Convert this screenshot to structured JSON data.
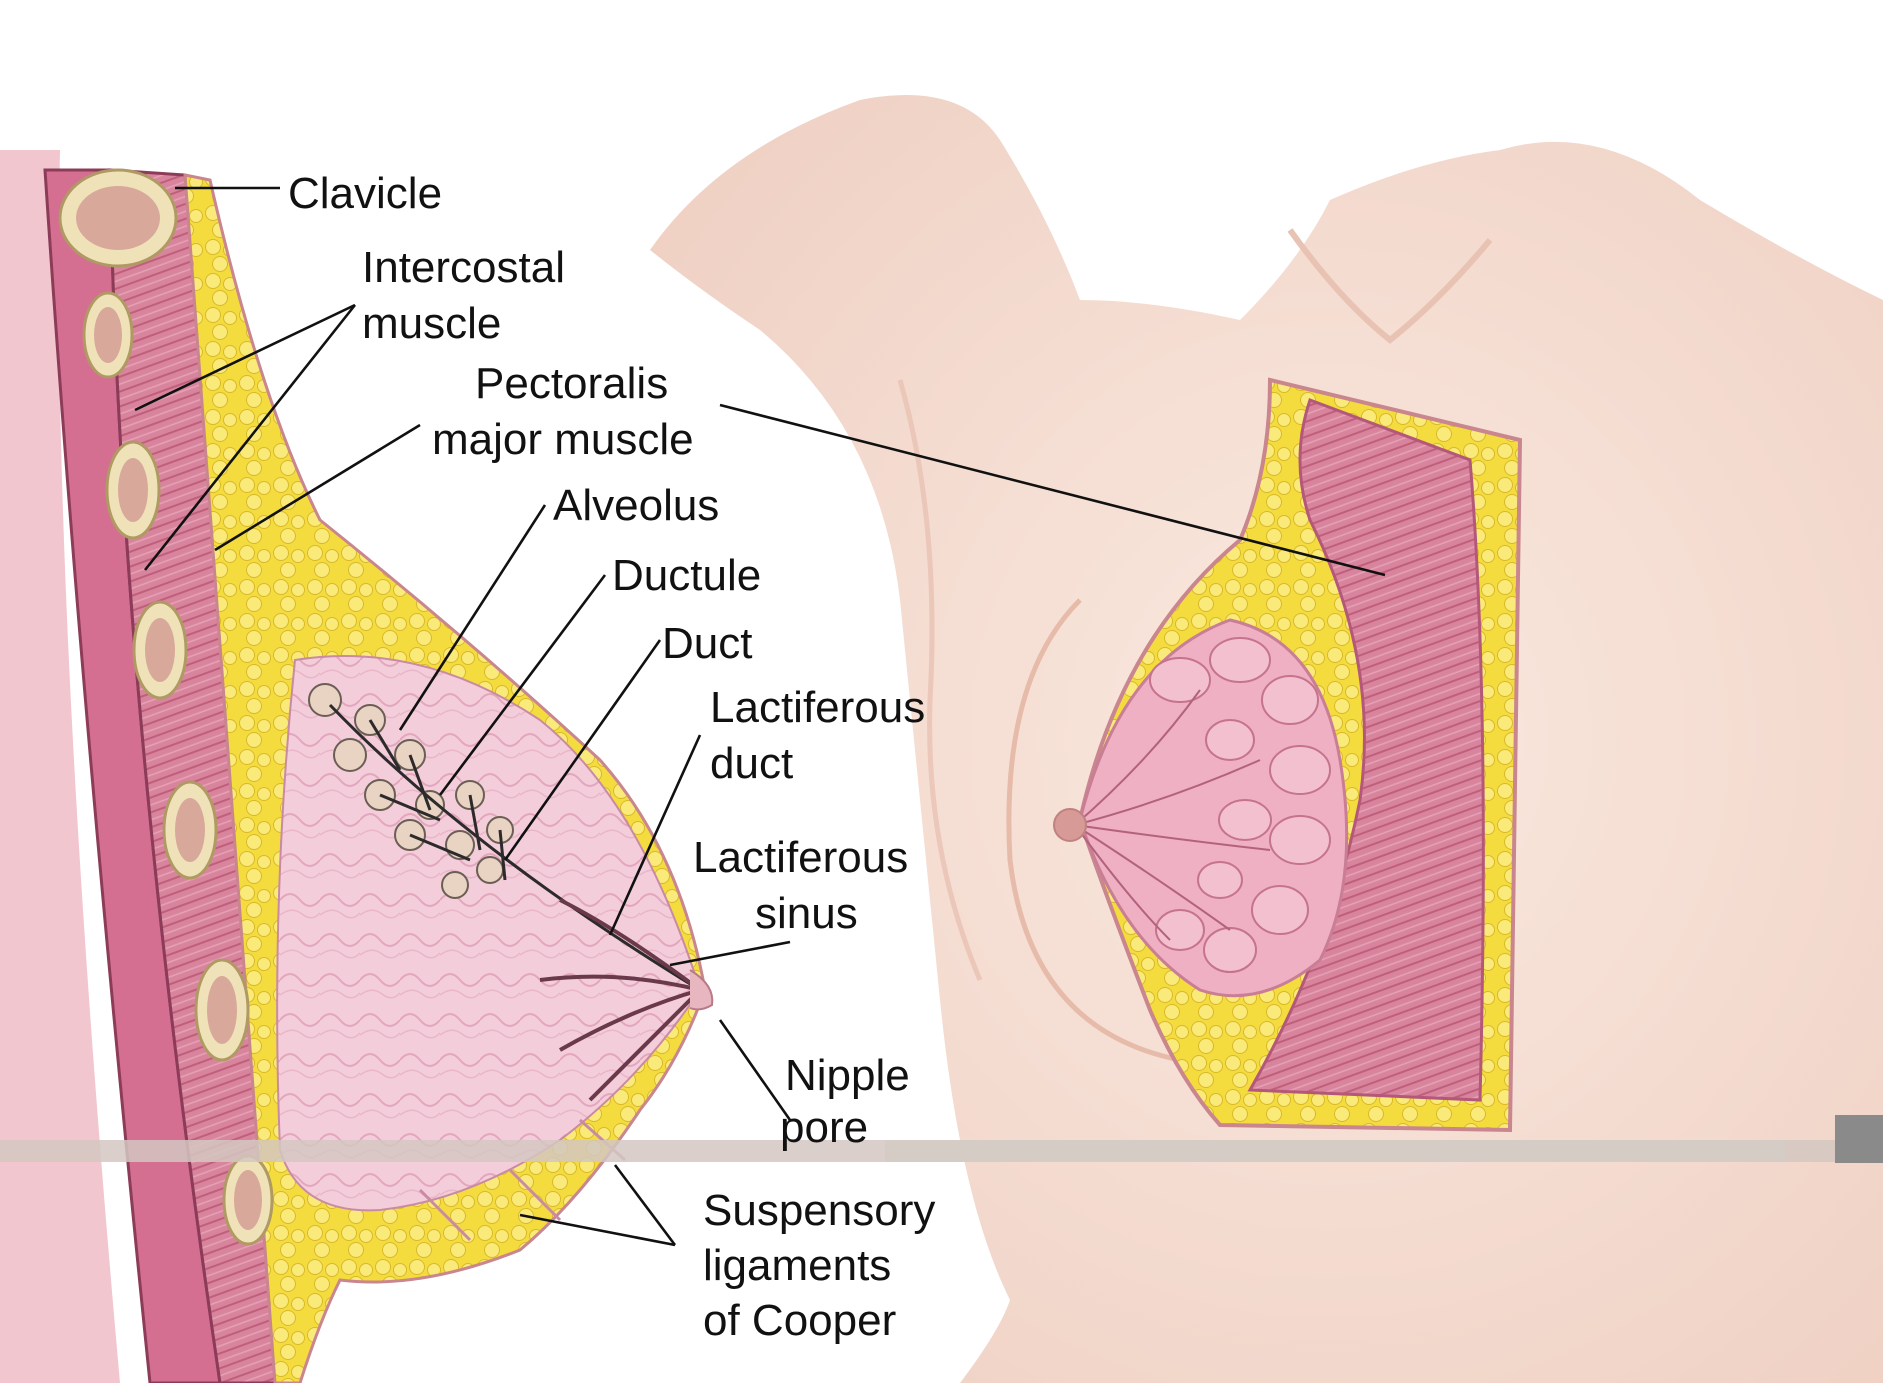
{
  "labels": {
    "clavicle": "Clavicle",
    "intercostal_1": "Intercostal",
    "intercostal_2": "muscle",
    "pectoralis_1": "Pectoralis",
    "pectoralis_2": "major muscle",
    "alveolus": "Alveolus",
    "ductule": "Ductule",
    "duct": "Duct",
    "lactiferous_duct_1": "Lactiferous",
    "lactiferous_duct_2": "duct",
    "lactiferous_sinus_1": "Lactiferous",
    "lactiferous_sinus_2": "sinus",
    "nipple": "Nipple",
    "pore": "pore",
    "suspensory_1": "Suspensory",
    "suspensory_2": "ligaments",
    "suspensory_3": "of Cooper"
  },
  "colors": {
    "skin": "#f6dfd4",
    "skin_shadow": "#eac6b8",
    "muscle": "#d47f9a",
    "fat": "#f2d83c",
    "gland": "#f2c6d6",
    "bone": "#f1e3b8",
    "label_text": "#111111"
  }
}
